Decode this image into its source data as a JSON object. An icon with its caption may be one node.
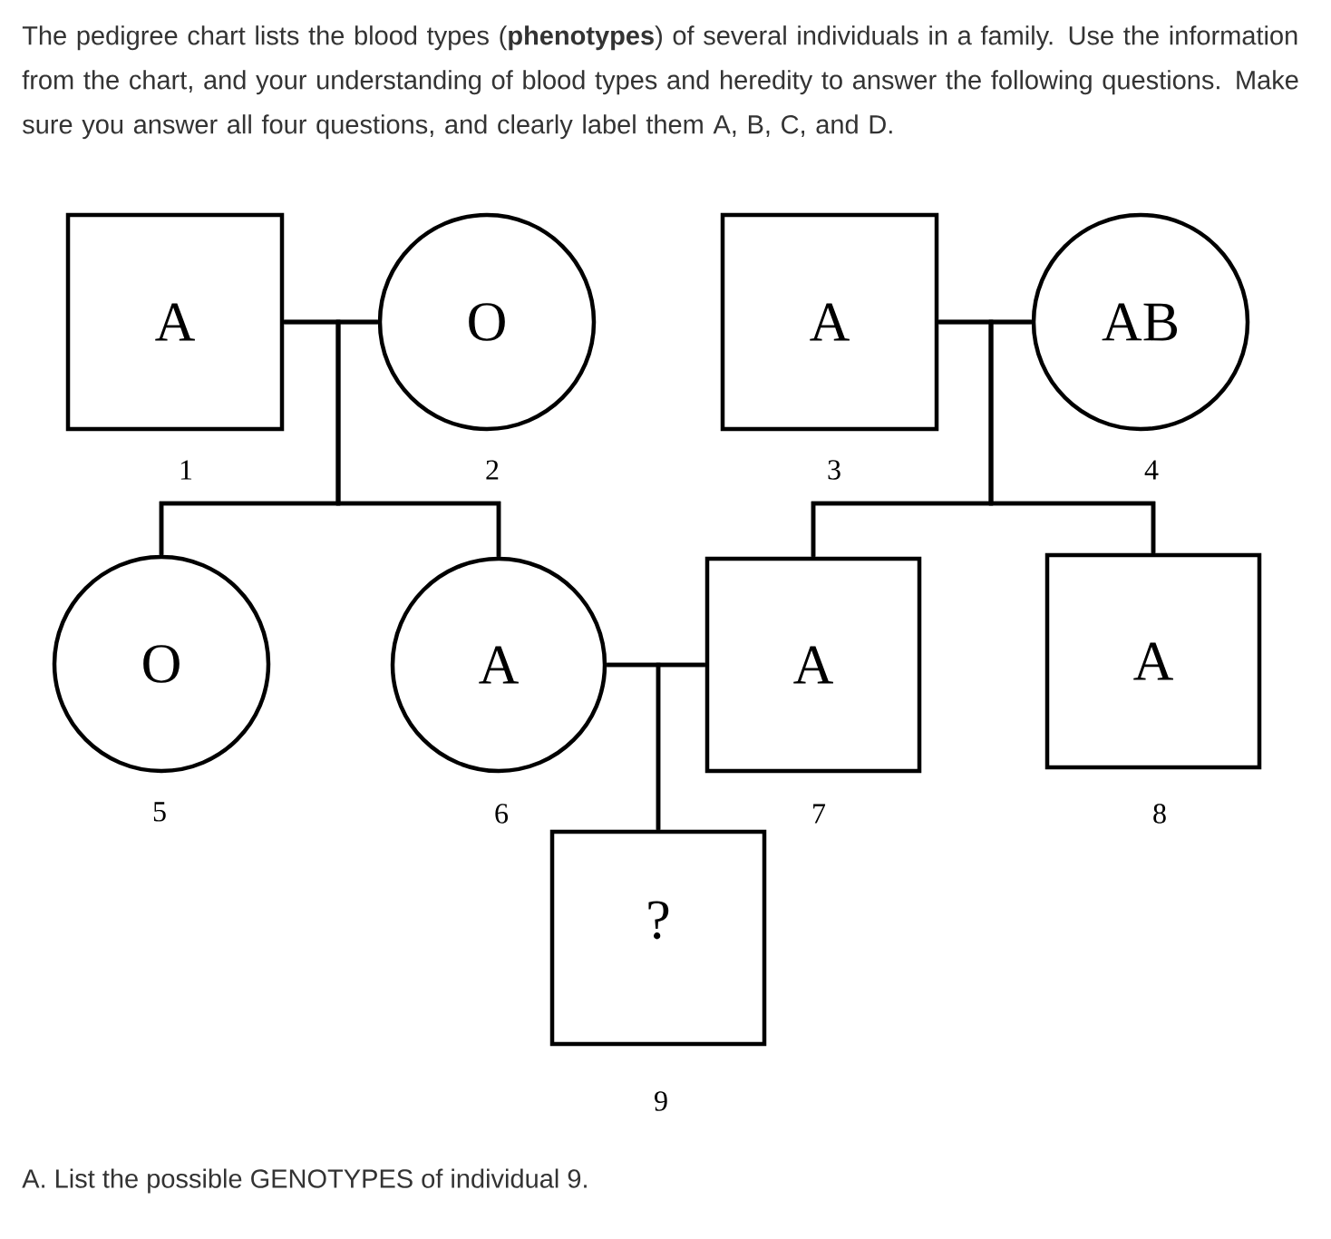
{
  "diagram": {
    "title": "The pedigree chart lists the blood types (**phenotypes**) of several individuals in a family.  Use the information from the chart, and your understanding of blood types and heredity to answer the following questions.  Make sure you answer all four questions, and clearly label them A, B, C, and D.",
    "caption": "A. List the possible GENOTYPES of individual 9.",
    "nodes": [
      {
        "text": [
          "A"
        ],
        "beside": [
          "1"
        ]
      },
      {
        "text": [
          "O"
        ],
        "beside": [
          "2"
        ]
      },
      {
        "text": [
          "A"
        ],
        "beside": [
          "3"
        ]
      },
      {
        "text": [
          "AB"
        ],
        "beside": [
          "4"
        ]
      },
      {
        "text": [
          "O"
        ],
        "beside": [
          "5"
        ]
      },
      {
        "text": [
          "A"
        ],
        "beside": [
          "6"
        ]
      },
      {
        "text": [
          "A"
        ],
        "beside": [
          "7"
        ]
      },
      {
        "text": [
          "A"
        ],
        "beside": [
          "8"
        ]
      },
      {
        "text": [
          "?"
        ],
        "beside": [
          "9"
        ]
      }
    ],
    "edges": [
      {
        "from": 0,
        "to": 1,
        "arrow": "none"
      },
      {
        "from": 0,
        "to": 4,
        "arrow": "none"
      },
      {
        "from": 1,
        "to": 4,
        "arrow": "none"
      },
      {
        "from": 0,
        "to": 5,
        "arrow": "none"
      },
      {
        "from": 1,
        "to": 5,
        "arrow": "none"
      },
      {
        "from": 2,
        "to": 3,
        "arrow": "none"
      },
      {
        "from": 2,
        "to": 6,
        "arrow": "none"
      },
      {
        "from": 3,
        "to": 6,
        "arrow": "none"
      },
      {
        "from": 2,
        "to": 7,
        "arrow": "none"
      },
      {
        "from": 3,
        "to": 7,
        "arrow": "none"
      },
      {
        "from": 5,
        "to": 6,
        "arrow": "none"
      },
      {
        "from": 5,
        "to": 8,
        "arrow": "none"
      },
      {
        "from": 6,
        "to": 8,
        "arrow": "none"
      }
    ]
  }
}
